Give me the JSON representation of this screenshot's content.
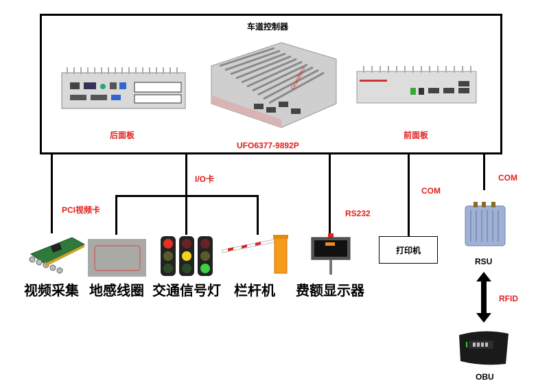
{
  "controller": {
    "title": "车道控制器",
    "model": "UFO6377-9892P",
    "rear_panel": "后面板",
    "front_panel": "前面板",
    "brand_text": "Grandtech"
  },
  "links": {
    "io_card": "I/O卡",
    "pci_card": "PCI视频卡",
    "rs232": "RS232",
    "com_printer": "COM",
    "com_rsu": "COM",
    "rfid": "RFID"
  },
  "devices": {
    "video": "视频采集",
    "loop": "地感线圈",
    "traffic_light": "交通信号灯",
    "barrier": "栏杆机",
    "fee_display": "费额显示器",
    "printer": "打印机",
    "rsu": "RSU",
    "obu": "OBU"
  },
  "colors": {
    "accent_red": "#e0201c",
    "line": "#000000",
    "board_green": "#2f7a3a",
    "barrier_orange": "#f59a1b",
    "rsu_blue": "#9fb2d6"
  }
}
